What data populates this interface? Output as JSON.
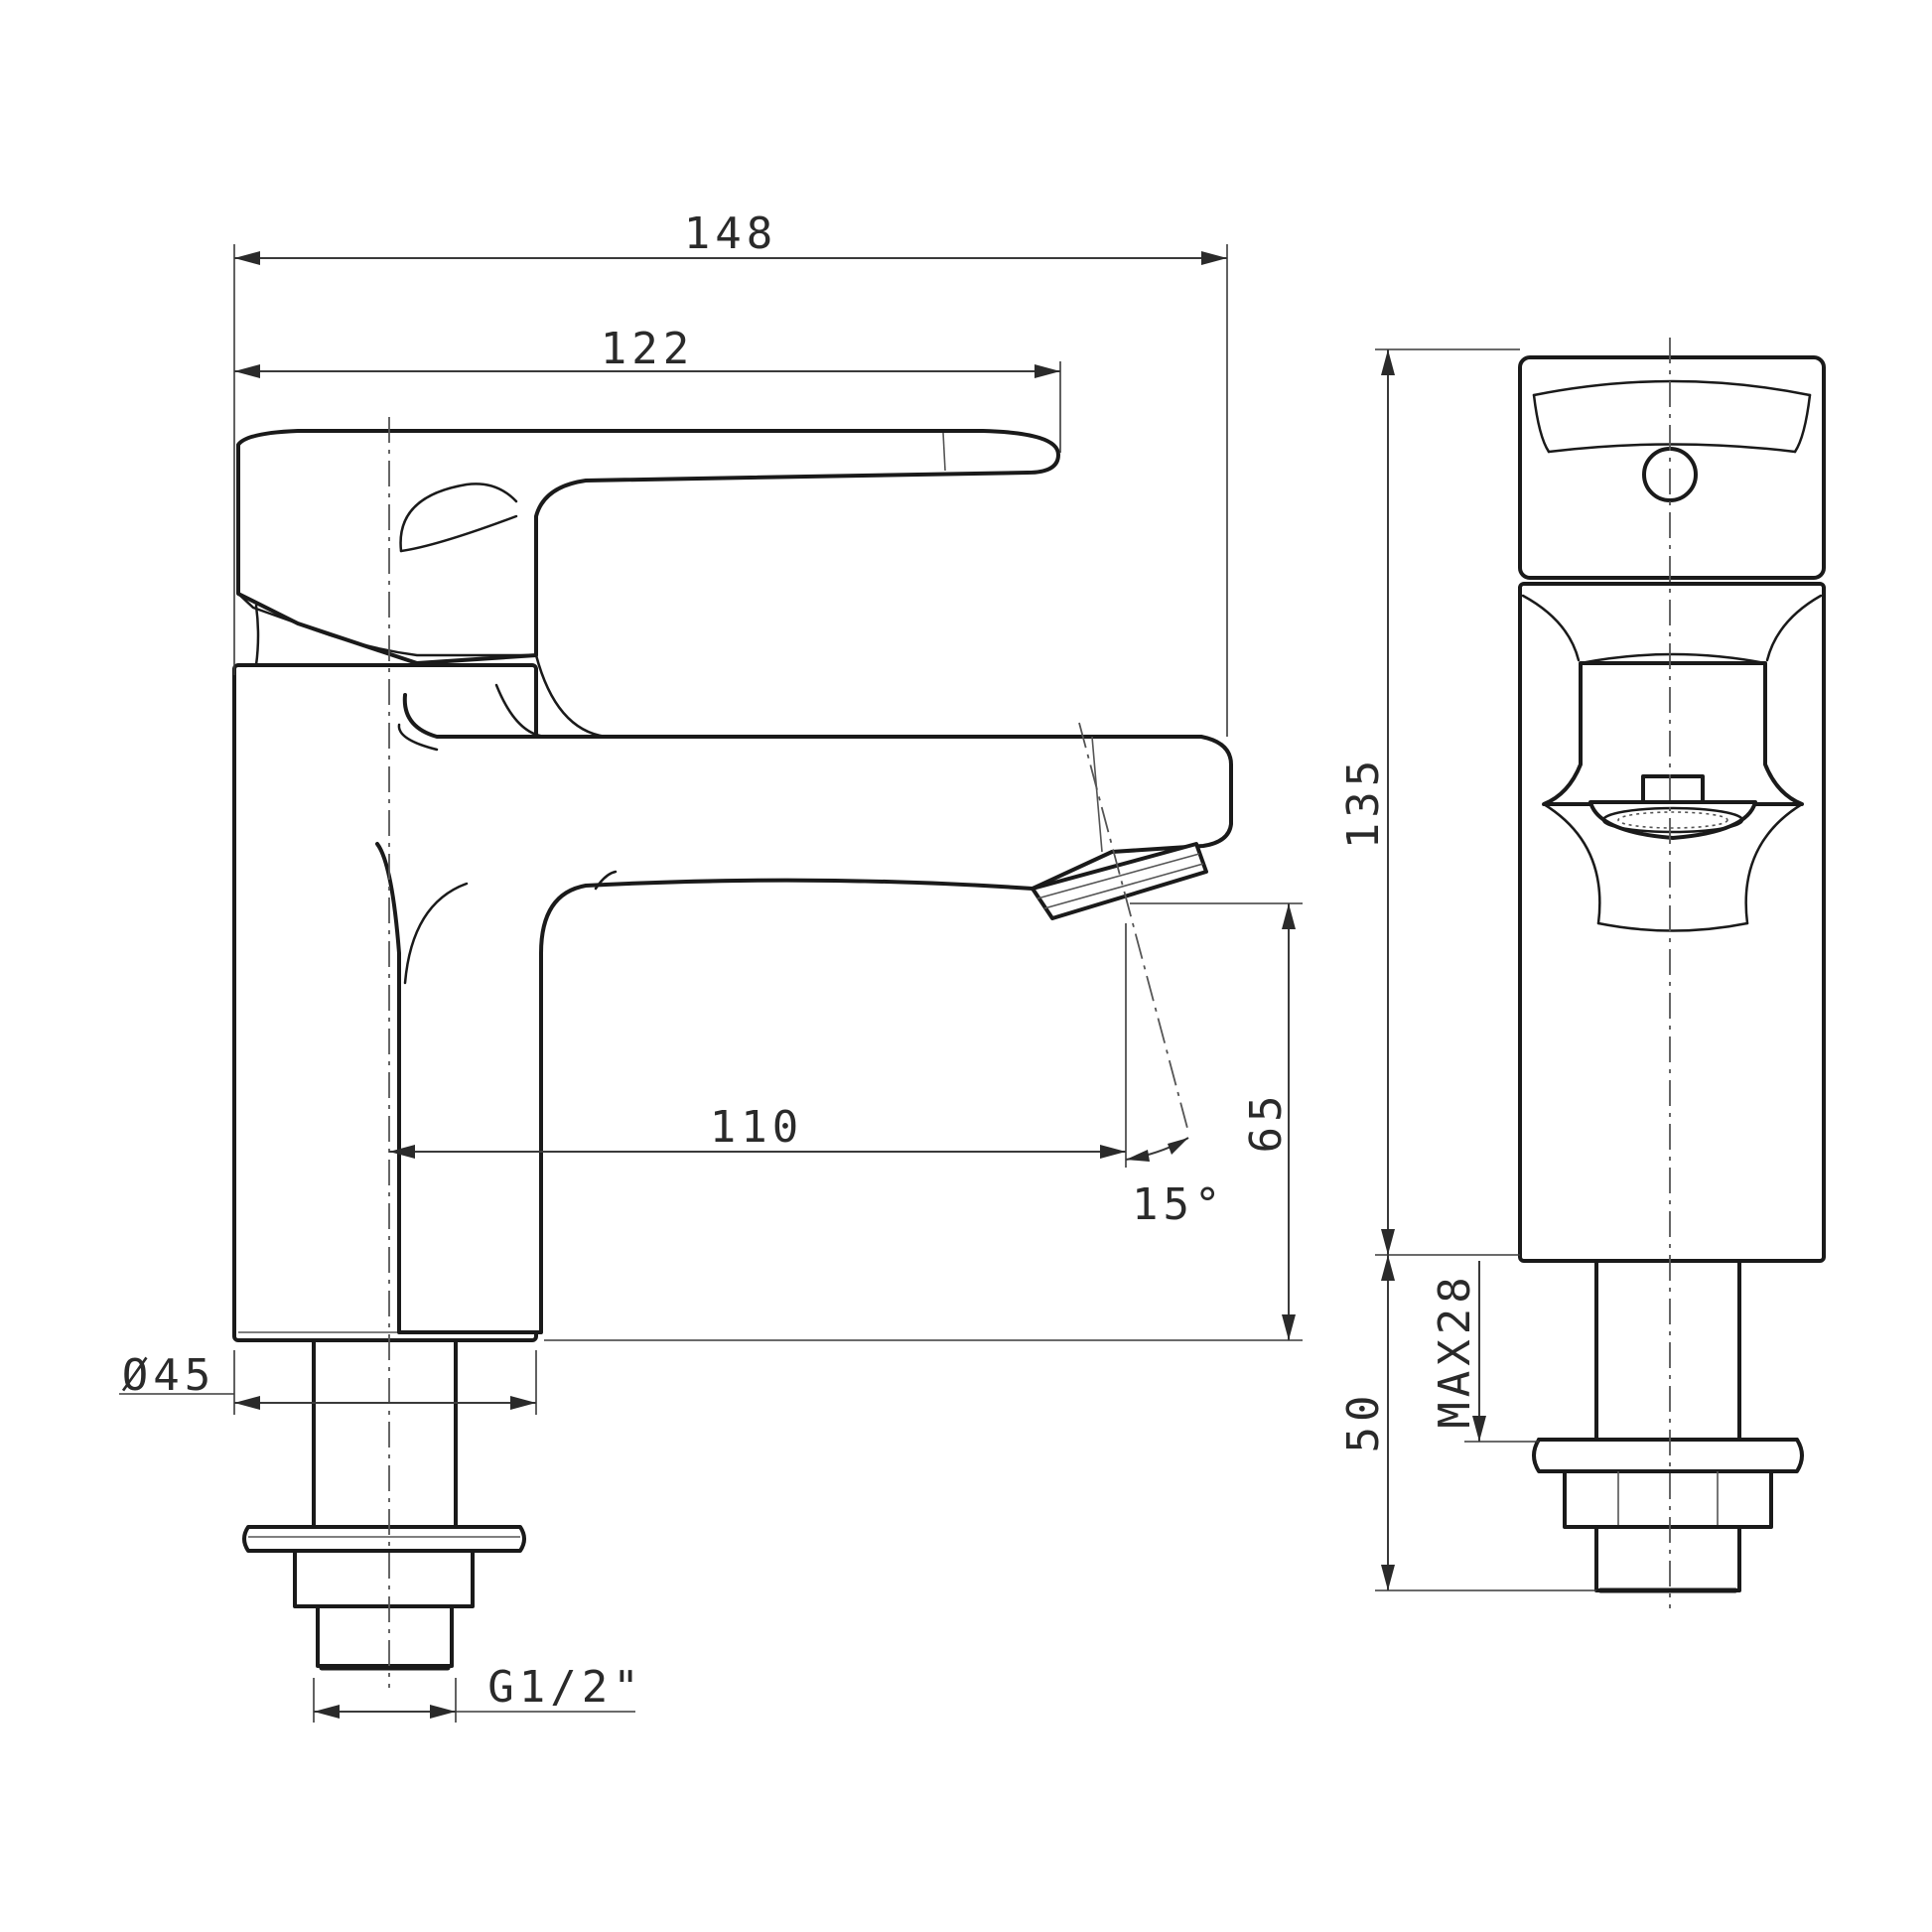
{
  "dimensions": {
    "overall_length": "148",
    "handle_length": "122",
    "spout_reach": "110",
    "spout_angle": "15°",
    "spout_height": "65",
    "body_diameter": "Ø45",
    "thread": "G1/2\"",
    "total_height": "135",
    "shank_length": "50",
    "max_deck_thickness": "MAX28"
  },
  "colors": {
    "line": "#1a1a1a",
    "background": "#ffffff"
  }
}
